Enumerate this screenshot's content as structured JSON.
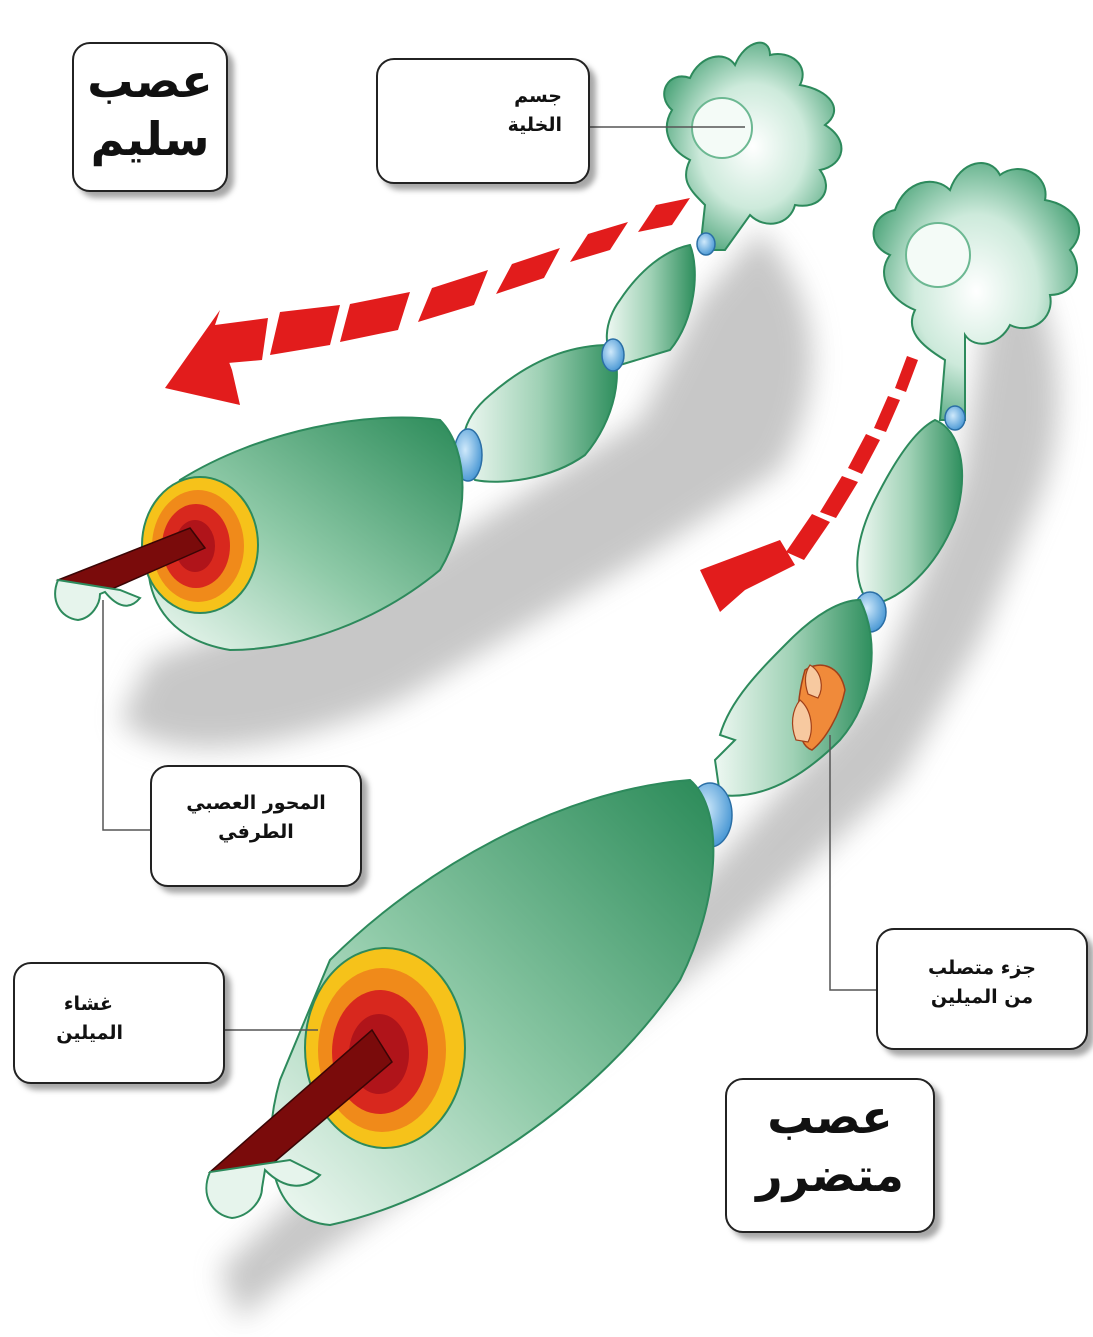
{
  "labels": {
    "healthy_nerve": {
      "line1": "عصب",
      "line2": "سليم"
    },
    "damaged_nerve": {
      "line1": "عصب",
      "line2": "متضرر"
    },
    "cell_body": {
      "line1": "جسم",
      "line2": "الخلية"
    },
    "axon_terminal": {
      "line1": "المحور العصبي",
      "line2": "الطرفي"
    },
    "myelin_sheath": {
      "line1": "غشاء",
      "line2": "الميلين"
    },
    "hardened_myelin": {
      "line1": "جزء متصلب",
      "line2": "من الميلين"
    }
  },
  "colors": {
    "myelin_green": "#3a9a6c",
    "myelin_light": "#e8f5ee",
    "node_blue": "#5aa8e0",
    "arrow_red": "#e21c1c",
    "core_dark": "#7a0b0b",
    "ring_yellow": "#f6c21a",
    "ring_orange": "#f08a1a",
    "ring_red": "#d8281e"
  },
  "icons": [
    "neuron-icon",
    "signal-arrow-icon"
  ]
}
